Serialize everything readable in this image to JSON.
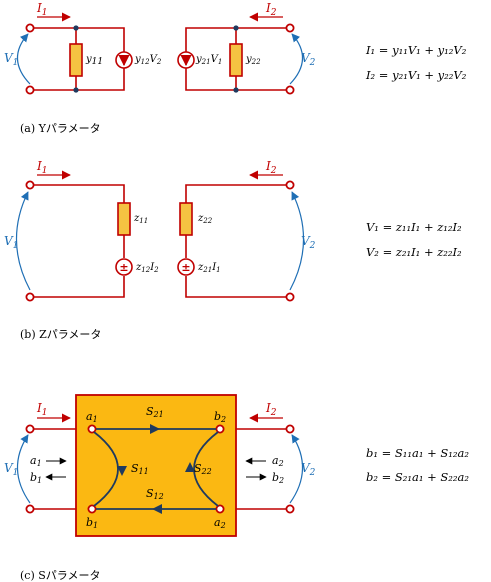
{
  "captions": {
    "y": "(a)  Yパラメータ",
    "z": "(b)  Zパラメータ",
    "s": "(c)  Sパラメータ"
  },
  "ports": {
    "i1": "I",
    "i1_sub": "1",
    "i2": "I",
    "i2_sub": "2",
    "v1": "V",
    "v1_sub": "1",
    "v2": "V",
    "v2_sub": "2"
  },
  "y_section": {
    "y11": "y",
    "y11_sub": "11",
    "y12v2": "y",
    "y12v2_sub": "12",
    "y12v2_v": "V",
    "y12v2_vsub": "2",
    "y21v1": "y",
    "y21v1_sub": "21",
    "y21v1_v": "V",
    "y21v1_vsub": "1",
    "y22": "y",
    "y22_sub": "22",
    "eq1": "I₁ = y₁₁V₁ + y₁₂V₂",
    "eq2": "I₂ = y₂₁V₁ + y₂₂V₂"
  },
  "z_section": {
    "z11": "z",
    "z11_sub": "11",
    "z12i2": "z",
    "z12i2_sub": "12",
    "z12i2_i": "I",
    "z12i2_isub": "2",
    "z22": "z",
    "z22_sub": "22",
    "z21i1": "z",
    "z21i1_sub": "21",
    "z21i1_i": "I",
    "z21i1_isub": "1",
    "eq1": "V₁ = z₁₁I₁ + z₁₂I₂",
    "eq2": "V₂ = z₂₁I₁ + z₂₂I₂"
  },
  "s_section": {
    "a1": "a",
    "a1_sub": "1",
    "b1": "b",
    "b1_sub": "1",
    "a2": "a",
    "a2_sub": "2",
    "b2": "b",
    "b2_sub": "2",
    "s11": "S",
    "s11_sub": "11",
    "s12": "S",
    "s12_sub": "12",
    "s21": "S",
    "s21_sub": "21",
    "s22": "S",
    "s22_sub": "22",
    "eq1": "b₁ = S₁₁a₁ + S₁₂a₂",
    "eq2": "b₂ = S₂₁a₁ + S₂₂a₂"
  },
  "colors": {
    "wire": "#c00000",
    "current_arrow": "#c00000",
    "voltage_arrow": "#1f6fb5",
    "node_dot": "#1f3a5f",
    "element_fill": "#f5c242",
    "s_box_fill": "#fbb812"
  }
}
